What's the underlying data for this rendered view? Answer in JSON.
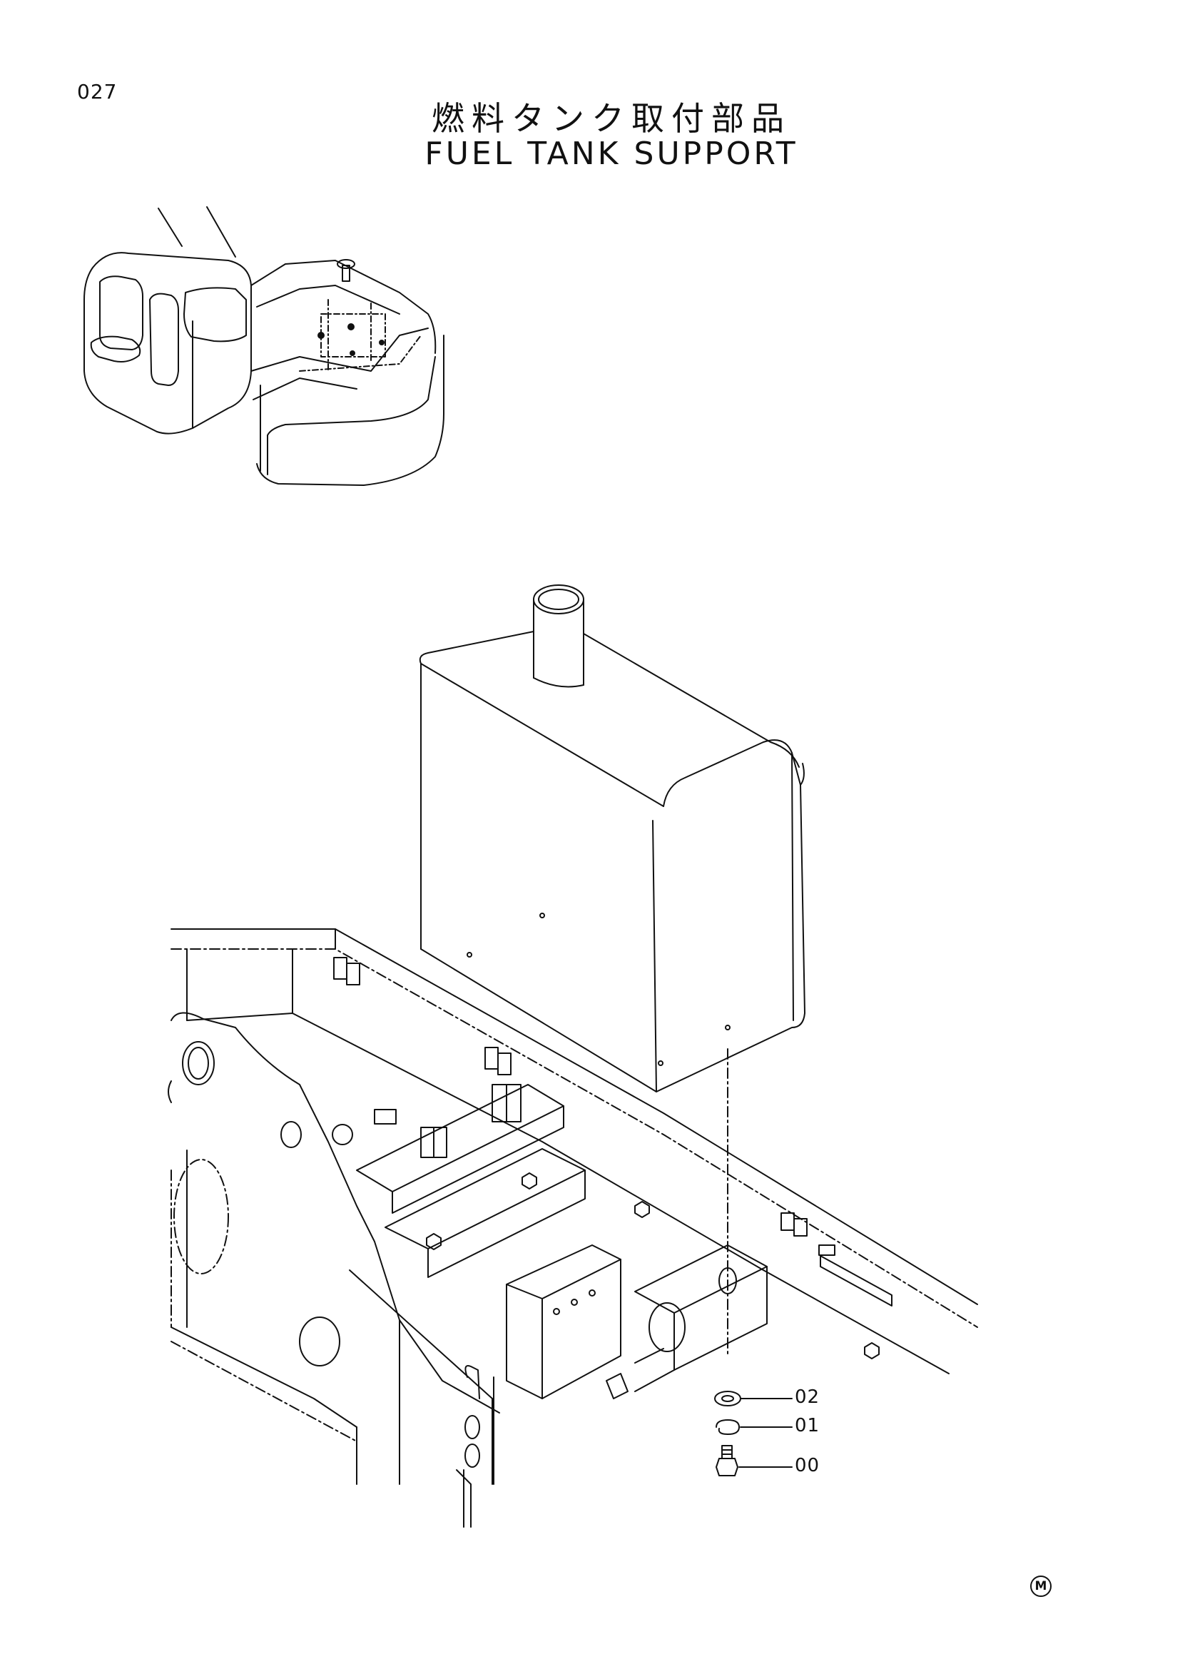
{
  "page_number": "027",
  "title": {
    "japanese": "燃料タンク取付部品",
    "english": "FUEL TANK SUPPORT"
  },
  "callouts": [
    {
      "id": "washer",
      "label": "02"
    },
    {
      "id": "spring-washer",
      "label": "01"
    },
    {
      "id": "bolt",
      "label": "00"
    }
  ],
  "marker": "M"
}
